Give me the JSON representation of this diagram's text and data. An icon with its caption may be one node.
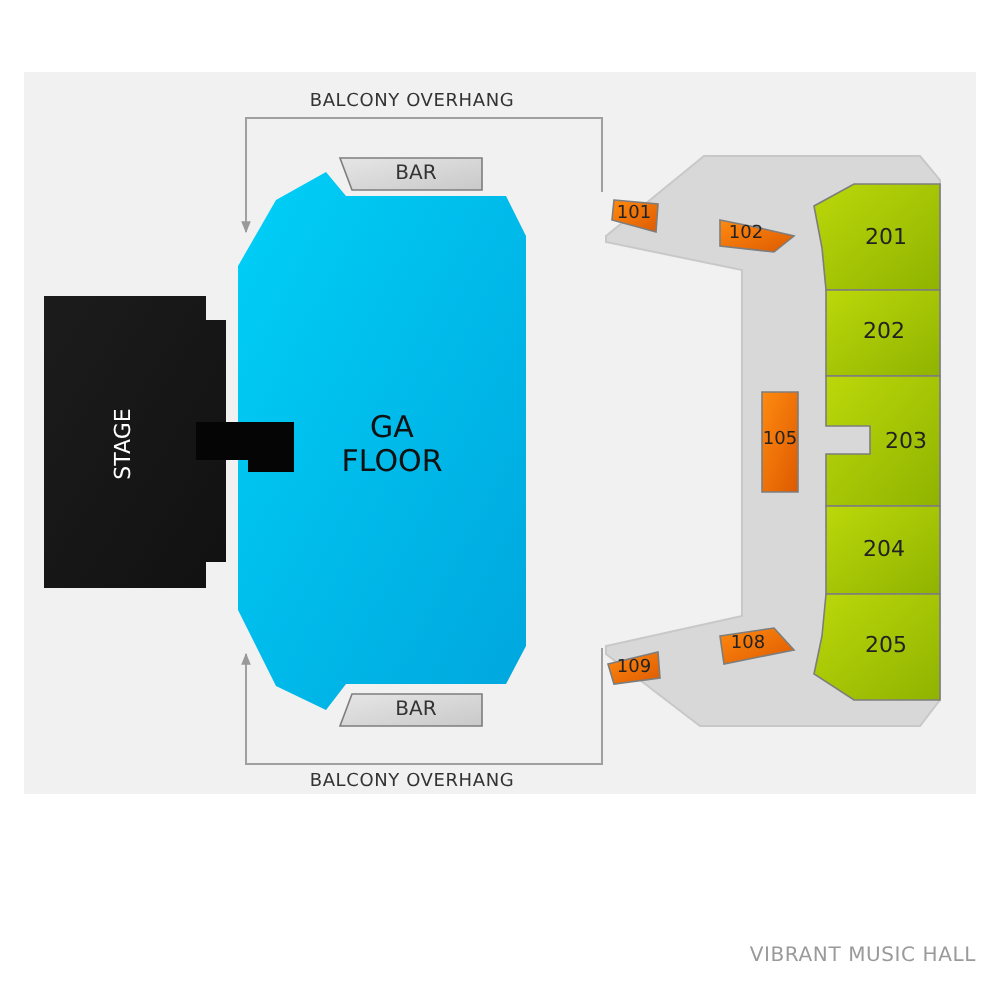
{
  "diagram": {
    "nodes": [
      {
        "text": [
          "STAGE"
        ]
      },
      {
        "text": [
          "GA FLOOR"
        ]
      },
      {
        "text": [
          "BAR"
        ]
      },
      {
        "text": [
          "BAR"
        ]
      },
      {
        "text": [
          "101"
        ]
      },
      {
        "text": [
          "102"
        ]
      },
      {
        "text": [
          "105"
        ]
      },
      {
        "text": [
          "108"
        ]
      },
      {
        "text": [
          "109"
        ]
      },
      {
        "text": [
          "201"
        ]
      },
      {
        "text": [
          "202"
        ]
      },
      {
        "text": [
          "203"
        ]
      },
      {
        "text": [
          "204"
        ]
      },
      {
        "text": [
          "205"
        ]
      }
    ],
    "edges": [],
    "labels": [
      "BALCONY OVERHANG",
      "BALCONY OVERHANG",
      "VIBRANT MUSIC HALL"
    ]
  }
}
